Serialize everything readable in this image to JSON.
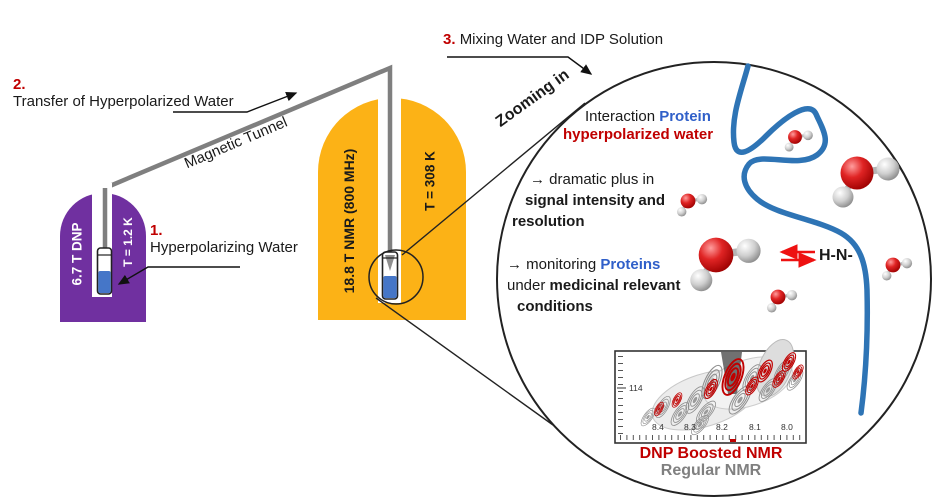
{
  "steps": {
    "step1_num": "1.",
    "step1_label": "Hyperpolarizing Water",
    "step2_num": "2.",
    "step2_label": "Transfer of Hyperpolarized Water",
    "step3_num": "3.",
    "step3_label": "Mixing Water and IDP Solution"
  },
  "labels": {
    "magnetic_tunnel": "Magnetic Tunnel",
    "zooming_in": "Zooming in"
  },
  "dnp_magnet": {
    "field": "6.7 T DNP",
    "temperature": "T = 1.2 K"
  },
  "nmr_magnet": {
    "field": "18.8 T NMR (800 MHz)",
    "temperature": "T = 308 K"
  },
  "zoom_circle": {
    "title_normal": "Interaction",
    "title_blue": "Protein",
    "title_red": "hyperpolarized water",
    "benefit1_line1": "→ dramatic plus in",
    "benefit1_line2": "signal intensity and",
    "benefit1_line3": "resolution",
    "benefit2_normal": "→ monitoring",
    "benefit2_blue": "Proteins",
    "benefit2_line2_normal": "under",
    "benefit2_line2_bold": "medicinal relevant",
    "benefit2_line3": "conditions",
    "hn_label": "H-N-"
  },
  "spectrum": {
    "y_tick": "114",
    "x_ticks": [
      "8.4",
      "8.3",
      "8.2",
      "8.1",
      "8.0"
    ],
    "legend_dnp": "DNP Boosted NMR",
    "legend_regular": "Regular NMR"
  },
  "colors": {
    "magnet_purple": "#7030A0",
    "magnet_orange": "#FCB216",
    "accent_red": "#C00000",
    "protein_blue_text": "#2F5FC9",
    "protein_chain_blue": "#2E74B5",
    "sample_liquid_blue": "#4576C8",
    "tube_gray": "#7F7F7F",
    "regular_nmr_gray": "#808080",
    "equilibrium_arrow_red": "#EE1111"
  }
}
